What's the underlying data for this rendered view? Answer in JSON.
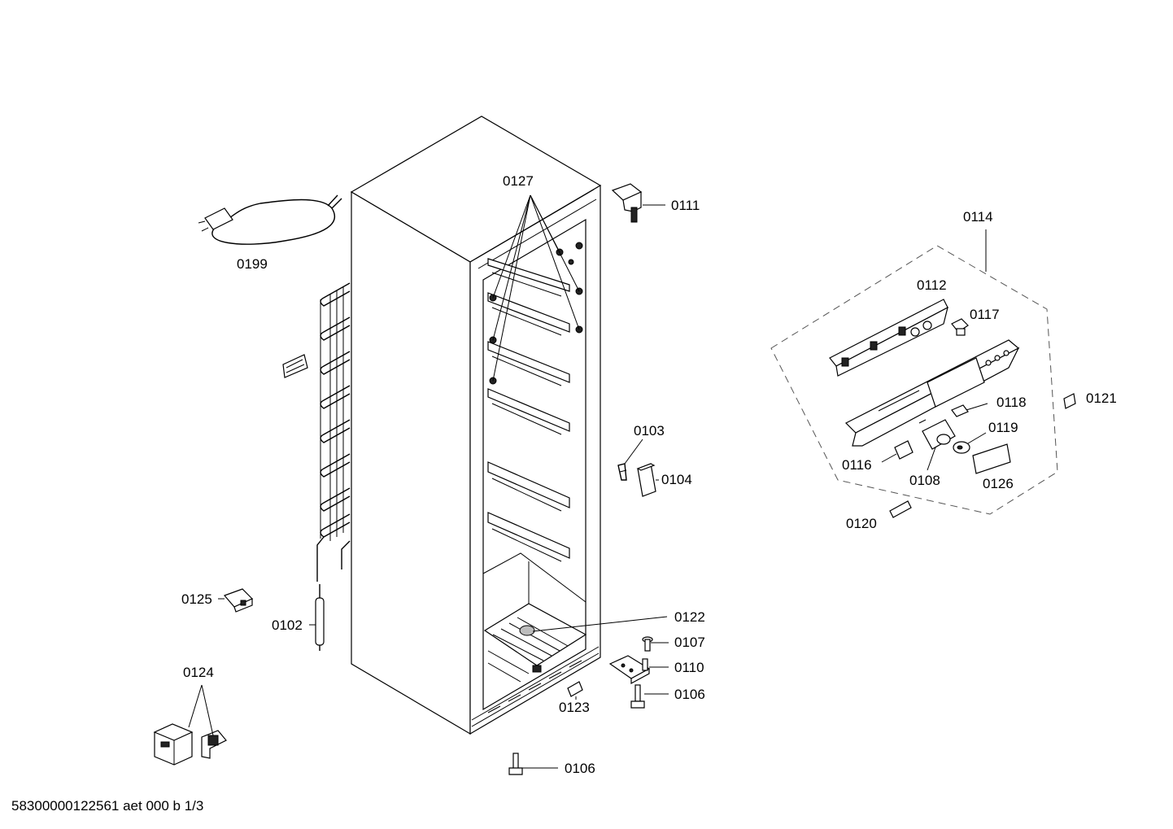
{
  "labels": {
    "p0127": "0127",
    "p0111": "0111",
    "p0199": "0199",
    "p0114": "0114",
    "p0112": "0112",
    "p0117": "0117",
    "p0118": "0118",
    "p0119": "0119",
    "p0121": "0121",
    "p0116": "0116",
    "p0108": "0108",
    "p0126": "0126",
    "p0120": "0120",
    "p0103": "0103",
    "p0104": "0104",
    "p0125": "0125",
    "p0102": "0102",
    "p0122": "0122",
    "p0107": "0107",
    "p0110": "0110",
    "p0106a": "0106",
    "p0123": "0123",
    "p0124": "0124",
    "p0106b": "0106"
  },
  "footer": {
    "doc_id": "58300000122561 aet 000 b 1/3"
  }
}
